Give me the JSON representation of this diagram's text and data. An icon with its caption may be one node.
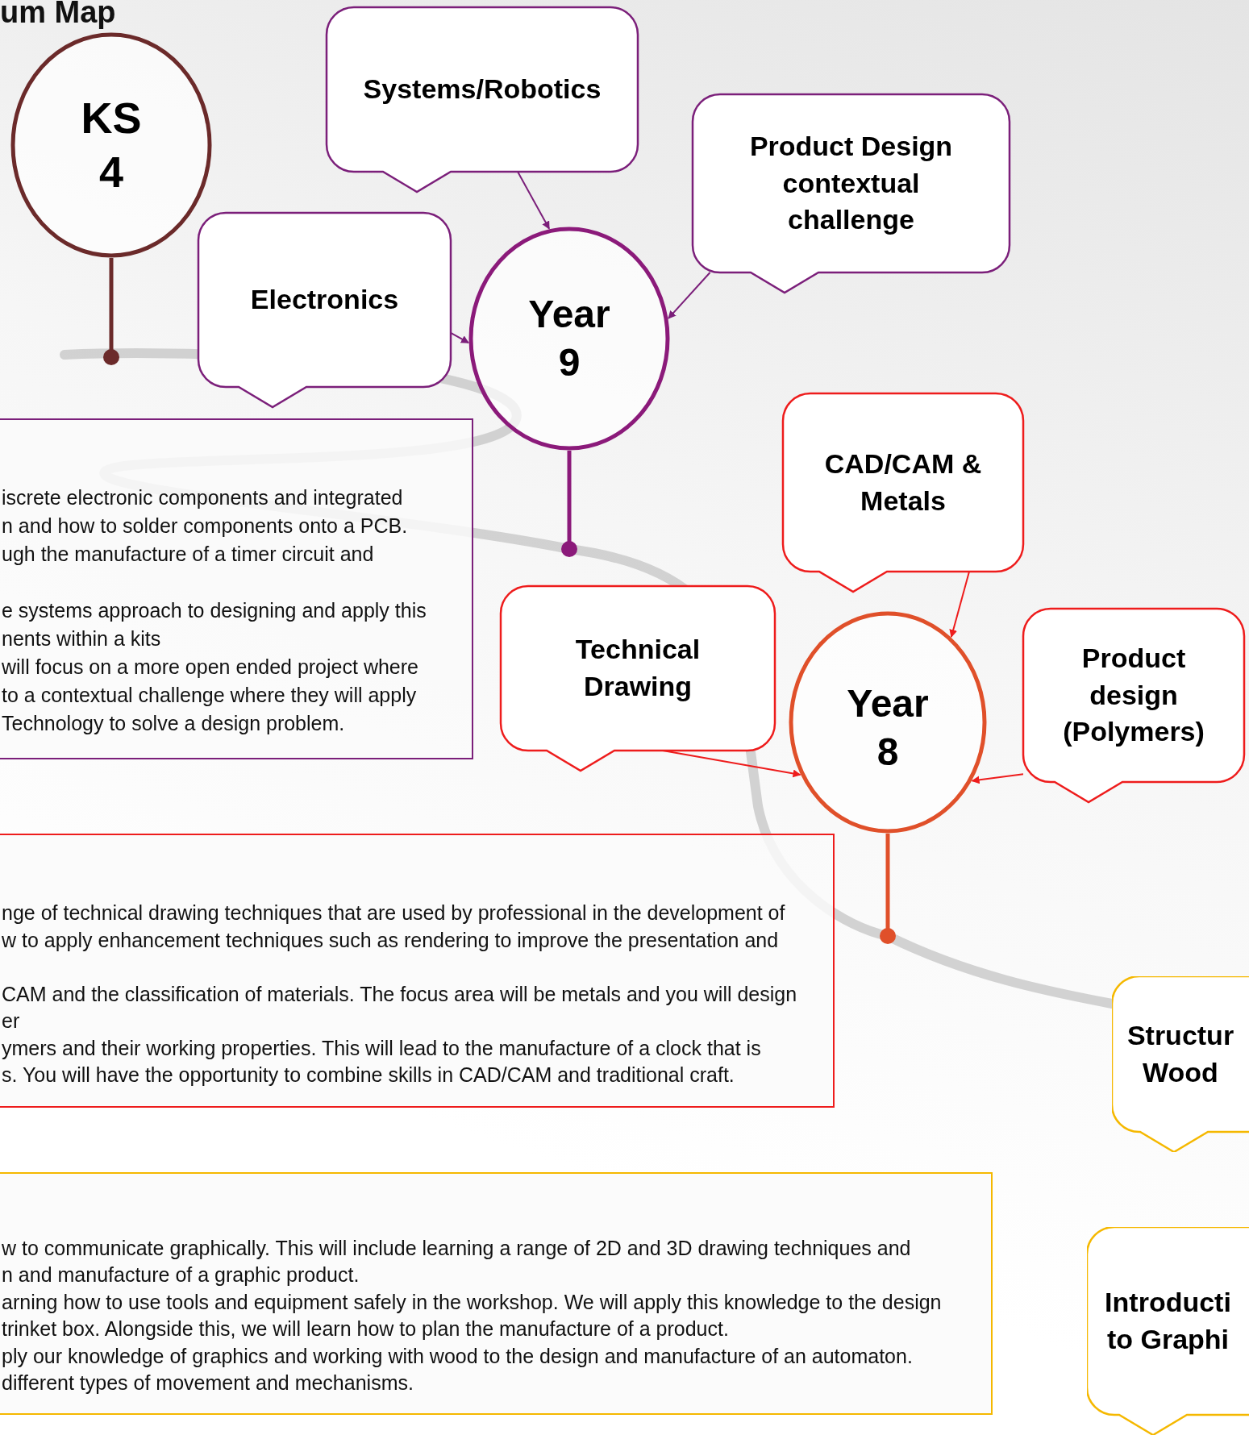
{
  "diagram": {
    "title": "um Map",
    "nodes": [
      {
        "text": [
          "KS 4"
        ]
      },
      {
        "text": [
          "Systems/Robotics"
        ]
      },
      {
        "text": [
          "Product Design contextual challenge"
        ]
      },
      {
        "text": [
          "Electronics"
        ]
      },
      {
        "text": [
          "Year 9"
        ]
      },
      {
        "text": [
          "iscrete electronic components and integrated",
          "n and how to solder components onto a PCB.",
          "ugh the manufacture of a timer circuit and",
          "e systems approach to designing and apply this",
          "nents within a kits",
          "will focus on a more open ended project where",
          "to a contextual challenge where they will apply",
          "Technology to solve a design problem."
        ]
      },
      {
        "text": [
          "CAD/CAM & Metals"
        ]
      },
      {
        "text": [
          "Technical Drawing"
        ]
      },
      {
        "text": [
          "Year 8"
        ]
      },
      {
        "text": [
          "Product design (Polymers)"
        ]
      },
      {
        "text": [
          "nge of technical drawing techniques that are used by professional in the development of",
          "w to apply enhancement techniques such as rendering to improve the presentation and",
          "CAM and the classification of materials. The focus area will be metals and you will design",
          "er",
          "ymers and their working properties. This will lead to the manufacture of a clock that is",
          "s. You will have the opportunity to combine skills in CAD/CAM and traditional craft."
        ]
      },
      {
        "text": [
          "Structur Wood"
        ]
      },
      {
        "text": [
          "w to communicate graphically. This will include learning a range of 2D and 3D drawing techniques and",
          "n and manufacture of a graphic product.",
          "arning how to use tools and equipment safely in the workshop. We will apply this knowledge to the design",
          "trinket box. Alongside this, we will learn how to plan the manufacture of a product.",
          "ply our knowledge of graphics and working with wood to the design and manufacture of an automaton.",
          "different types of movement and mechanisms."
        ]
      },
      {
        "text": [
          "Introducti to Graphi"
        ]
      }
    ],
    "edges": [
      {
        "from": 1,
        "to": 4,
        "arrow": "to",
        "color": "#7b1f7a"
      },
      {
        "from": 2,
        "to": 4,
        "arrow": "to",
        "color": "#7b1f7a"
      },
      {
        "from": 3,
        "to": 4,
        "arrow": "to",
        "color": "#7b1f7a"
      },
      {
        "from": 6,
        "to": 8,
        "arrow": "to",
        "color": "#ee1c1c"
      },
      {
        "from": 7,
        "to": 8,
        "arrow": "to",
        "color": "#ee1c1c"
      },
      {
        "from": 9,
        "to": 8,
        "arrow": "to",
        "color": "#ee1c1c"
      }
    ]
  }
}
